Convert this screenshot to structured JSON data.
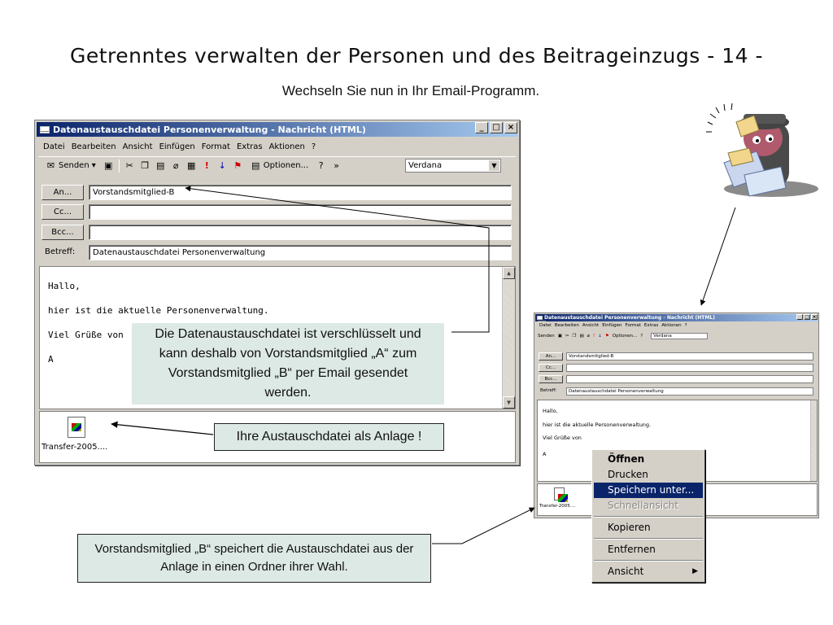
{
  "slide": {
    "title": "Getrenntes verwalten der Personen und des Beitrageinzugs - 14 -",
    "subtitle": "Wechseln Sie nun in Ihr Email-Programm."
  },
  "window": {
    "title": "Datenaustauschdatei Personenverwaltung - Nachricht (HTML)",
    "controls": [
      "_",
      "□",
      "×"
    ],
    "menu": [
      "Datei",
      "Bearbeiten",
      "Ansicht",
      "Einfügen",
      "Format",
      "Extras",
      "Aktionen",
      "?"
    ],
    "toolbar": {
      "send_label": "Senden",
      "options_label": "Optionen...",
      "font": "Verdana"
    },
    "fields": {
      "to_label": "An...",
      "to_value": "Vorstandsmitglied-B",
      "cc_label": "Cc...",
      "cc_value": "",
      "bcc_label": "Bcc...",
      "bcc_value": "",
      "subject_label": "Betreff:",
      "subject_value": "Datenaustauschdatei Personenverwaltung"
    },
    "body": [
      "Hallo,",
      "hier ist die aktuelle Personenverwaltung.",
      "Viel Grüße von",
      "A"
    ],
    "attachment": "Transfer-2005...."
  },
  "callouts": {
    "encrypted": "Die Datenaustauschdatei ist verschlüsselt und kann deshalb von Vorstandsmitglied „A“ zum Vorstandsmitglied „B“ per Email gesendet werden.",
    "attachment": "Ihre Austauschdatei als Anlage !",
    "save": "Vorstandsmitglied „B“ speichert die Austauschdatei aus der Anlage in einen Ordner ihrer Wahl."
  },
  "context_menu": {
    "items": [
      "Öffnen",
      "Drucken",
      "Speichern unter...",
      "Schnellansicht",
      "Kopieren",
      "Entfernen",
      "Ansicht"
    ],
    "highlighted": "Speichern unter...",
    "disabled": "Schnellansicht"
  },
  "colors": {
    "title_bar_start": "#0a246a",
    "title_bar_end": "#a6caf0",
    "window_face": "#d4d0c8",
    "callout_fill": "#dde9e4",
    "highlight": "#0a246a"
  }
}
